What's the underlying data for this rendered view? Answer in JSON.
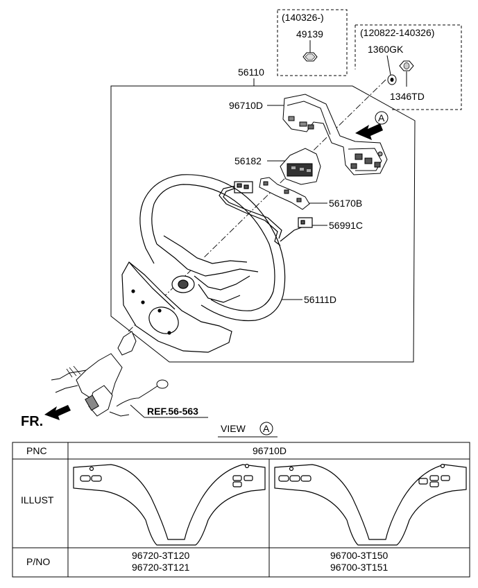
{
  "labels": {
    "group1_date": "(140326-)",
    "group1_part": "49139",
    "group2_date": "(120822-140326)",
    "group2_part_a": "1360GK",
    "group2_part_b": "1346TD",
    "assembly": "56110",
    "switch": "96710D",
    "clock_spring": "56182",
    "bracket": "56170B",
    "harness": "56991C",
    "wheel": "56111D",
    "reference": "REF.56-563",
    "front": "FR.",
    "view_word": "VIEW",
    "view_letter": "A",
    "arrow_letter": "A"
  },
  "table": {
    "pnc_header": "PNC",
    "pnc_value": "96710D",
    "illust_header": "ILLUST",
    "pno_header": "P/NO",
    "pno_left_1": "96720-3T120",
    "pno_left_2": "96720-3T121",
    "pno_right_1": "96700-3T150",
    "pno_right_2": "96700-3T151"
  }
}
